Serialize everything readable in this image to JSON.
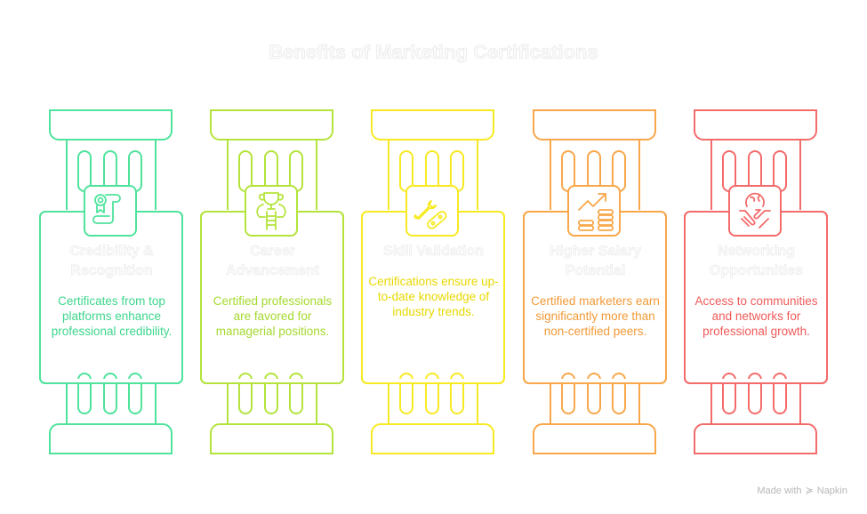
{
  "title": "Benefits of Marketing Certifications",
  "columns": [
    {
      "title": "Credibility & Recognition",
      "description": "Certificates from top platforms enhance professional credibility.",
      "color": "#4fe39c",
      "text_color": "#3dd68c",
      "icon": "certificate-icon"
    },
    {
      "title": "Career Advancement",
      "description": "Certified professionals are favored for managerial positions.",
      "color": "#b4e43c",
      "text_color": "#a6d92e",
      "icon": "trophy-ladder-icon"
    },
    {
      "title": "Skill Validation",
      "description": "Certifications ensure up-to-date knowledge of industry trends.",
      "color": "#f7ea22",
      "text_color": "#e8d800",
      "icon": "wrench-link-icon"
    },
    {
      "title": "Higher Salary Potential",
      "description": "Certified marketers earn significantly more than non-certified peers.",
      "color": "#f8a74a",
      "text_color": "#f29a38",
      "icon": "growth-coins-icon"
    },
    {
      "title": "Networking Opportunities",
      "description": "Access to communities and networks for professional growth.",
      "color": "#f46b6b",
      "text_color": "#f05a5a",
      "icon": "handshake-globe-icon"
    }
  ],
  "footer": {
    "made_with": "Made with",
    "brand": "Napkin"
  }
}
